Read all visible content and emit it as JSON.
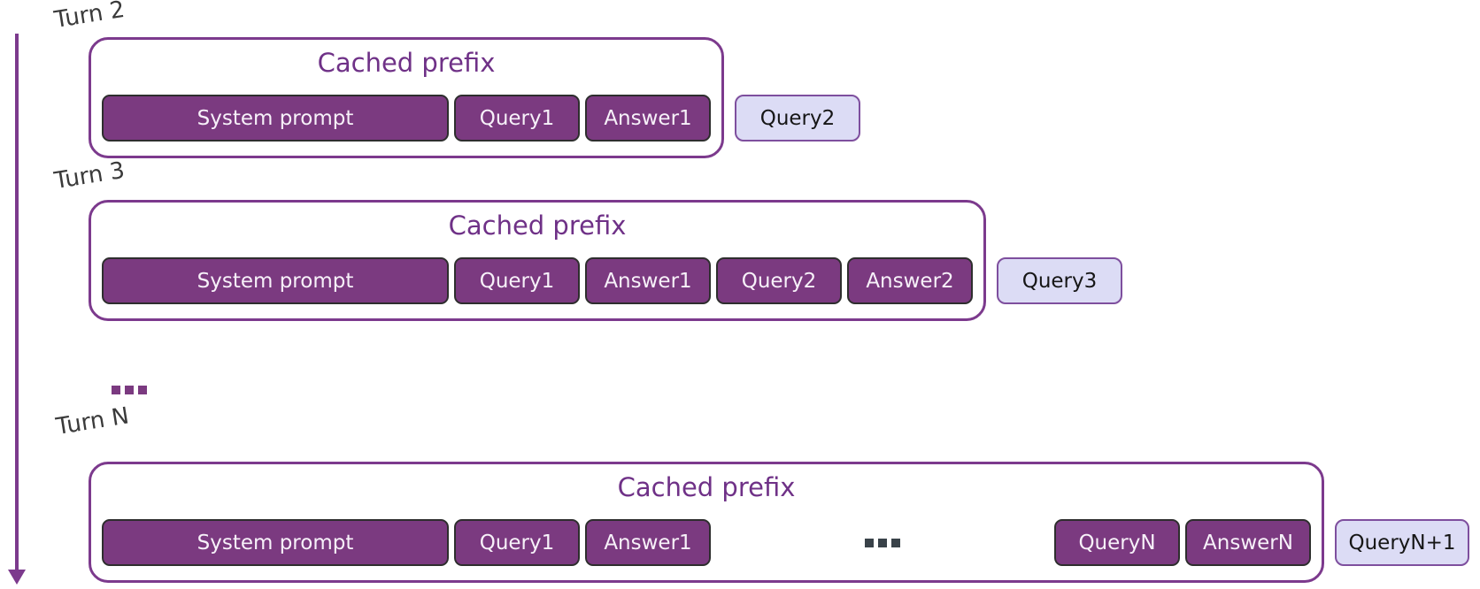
{
  "diagram": {
    "cached_prefix_label": "Cached prefix",
    "between_turns_ellipsis": "...",
    "colors": {
      "accent_purple": "#7c3a8d",
      "title_purple": "#6f3187",
      "block_fill": "#7b3a80",
      "block_border": "#2e2e2e",
      "block_text": "#f7f1f9",
      "pending_fill": "#dcdcf5",
      "pending_border": "#7e4f9e",
      "pending_text": "#161616",
      "turn_label_text": "#3a3a3a",
      "inner_dots": "#394249"
    },
    "rows": [
      {
        "turn_label": "Turn 2",
        "blocks": [
          "System prompt",
          "Query1",
          "Answer1"
        ],
        "next_query": "Query2"
      },
      {
        "turn_label": "Turn 3",
        "blocks": [
          "System prompt",
          "Query1",
          "Answer1",
          "Query2",
          "Answer2"
        ],
        "next_query": "Query3"
      },
      {
        "turn_label": "Turn N",
        "blocks": [
          "System prompt",
          "Query1",
          "Answer1"
        ],
        "inner_ellipsis": "...",
        "blocks_late": [
          "QueryN",
          "AnswerN"
        ],
        "next_query": "QueryN+1"
      }
    ]
  }
}
